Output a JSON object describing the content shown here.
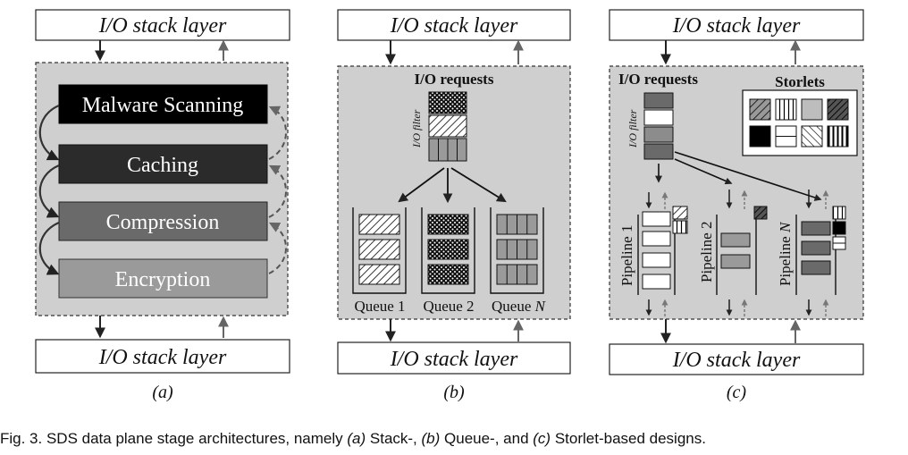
{
  "panel_a": {
    "top_layer": "I/O stack layer",
    "bottom_layer": "I/O stack layer",
    "stages": [
      "Malware Scanning",
      "Caching",
      "Compression",
      "Encryption"
    ],
    "label": "(a)"
  },
  "panel_b": {
    "top_layer": "I/O stack layer",
    "bottom_layer": "I/O stack layer",
    "requests_title": "I/O requests",
    "filter_label": "I/O filter",
    "queues": [
      "Queue 1",
      "Queue 2",
      "Queue"
    ],
    "queue_n_var": "N",
    "label": "(b)"
  },
  "panel_c": {
    "top_layer": "I/O stack layer",
    "bottom_layer": "I/O stack layer",
    "requests_title": "I/O requests",
    "filter_label": "I/O filter",
    "storlets_title": "Storlets",
    "pipelines": [
      "Pipeline 1",
      "Pipeline 2",
      "Pipeline"
    ],
    "pipeline_n_var": "N",
    "label": "(c)"
  },
  "caption": {
    "prefix": "Fig. 3.  SDS data plane stage architectures, namely ",
    "a_label": "(a)",
    "a_text": " Stack-, ",
    "b_label": "(b)",
    "b_text": " Queue-, and ",
    "c_label": "(c)",
    "c_text": " Storlet-based designs."
  }
}
